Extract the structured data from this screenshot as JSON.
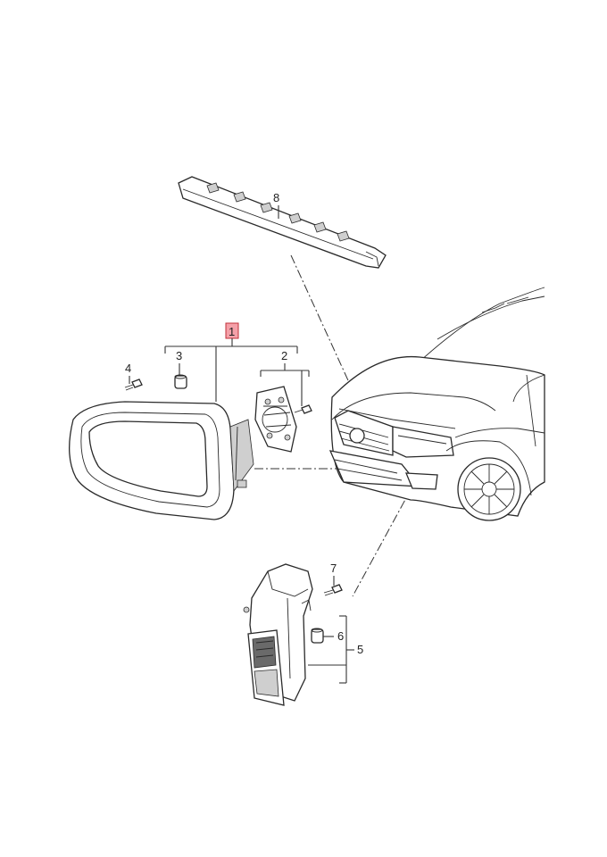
{
  "diagram": {
    "callouts": {
      "c1": "1",
      "c2": "2",
      "c3": "3",
      "c4": "4",
      "c5": "5",
      "c6": "6",
      "c7": "7",
      "c8": "8"
    },
    "highlight_color": "#f4a0a8"
  }
}
